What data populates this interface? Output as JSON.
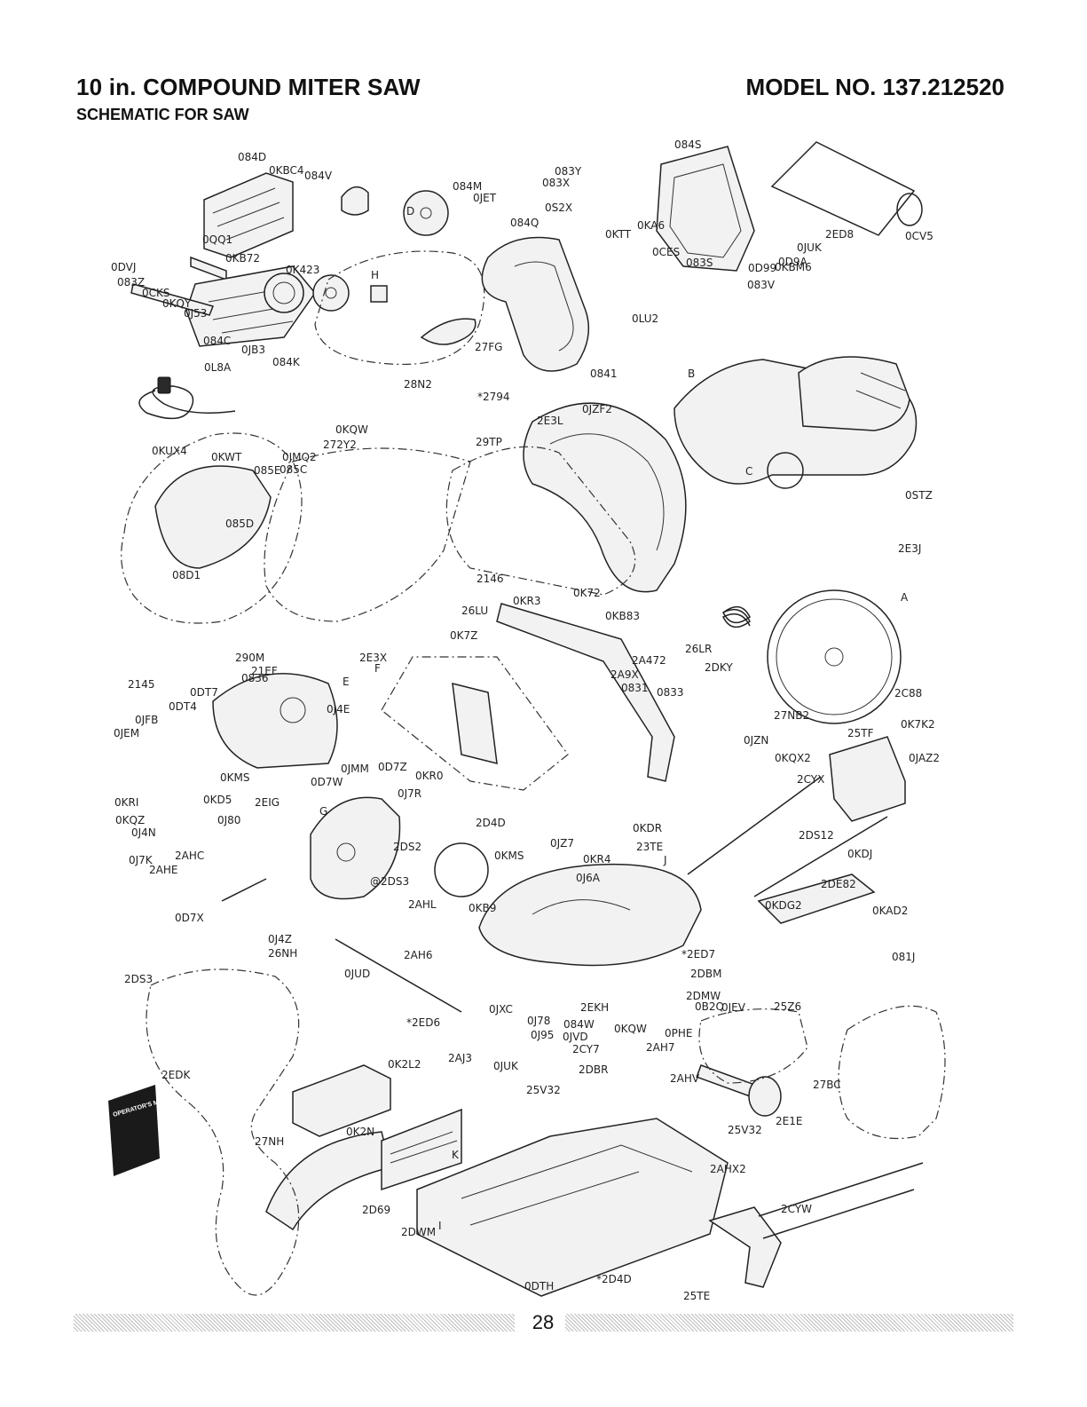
{
  "header": {
    "title": "10 in. COMPOUND MITER SAW",
    "model": "MODEL NO. 137.212520",
    "subtitle": "SCHEMATIC FOR SAW"
  },
  "manual_cover_text": "OPERATOR'S MANUAL",
  "page_number": "28",
  "part_labels": [
    "084D",
    "0KBC4",
    "084V",
    "0QQ1",
    "0KB72",
    "0K423",
    "0DVJ",
    "083Z",
    "0CKS",
    "0KQY",
    "0J53",
    "084C",
    "0JB3",
    "084K",
    "0L8A",
    "D",
    "084M",
    "0JET",
    "083Y",
    "083X",
    "0S2X",
    "084Q",
    "0KTT",
    "0KA6",
    "0CES",
    "083S",
    "084S",
    "0KBM6",
    "083V",
    "0CV5",
    "H",
    "27FG",
    "0LU2",
    "0841",
    "2ED8",
    "0JUK",
    "0D9A",
    "0D99",
    "28N2",
    "*2794",
    "0JZF2",
    "2E3L",
    "29TP",
    "0KQW",
    "272Y2",
    "0JMQ2",
    "085C",
    "085E",
    "0KUX4",
    "0KWT",
    "085D",
    "08D1",
    "2146",
    "0K72",
    "0KB83",
    "26LU",
    "0STZ",
    "2E3J",
    "C",
    "B",
    "A",
    "0KR3",
    "0K7Z",
    "2E3X",
    "2A472",
    "2A9X",
    "0831",
    "26LR",
    "2DKY",
    "290M",
    "21EF",
    "F",
    "E",
    "0J4E",
    "2145",
    "0836",
    "0DT7",
    "0DT4",
    "0JFB",
    "0JEM",
    "0KMS",
    "0833",
    "2C88",
    "27NB2",
    "0JZN",
    "0KQX2",
    "25TF",
    "0K7K2",
    "0JAZ2",
    "2CYX",
    "0JMM",
    "0D7Z",
    "0D7W",
    "0KR0",
    "0J7R",
    "G",
    "0KD5",
    "2EIG",
    "0J80",
    "0KRI",
    "0KQZ",
    "0J4N",
    "0J7K",
    "2AHC",
    "2AHE",
    "2DS2",
    "@2DS3",
    "0D7X",
    "2D4D",
    "0JZ7",
    "0KDR",
    "23TE",
    "0KMS",
    "0KR4",
    "0J6A",
    "2AHL",
    "0KB9",
    "2DS12",
    "0KDJ",
    "2DE82",
    "J",
    "0KDG2",
    "0KAD2",
    "081J",
    "0J4Z",
    "26NH",
    "2AH6",
    "0JUD",
    "*2ED7",
    "2DBM",
    "2DMW",
    "0B2Q",
    "0JEV",
    "25Z6",
    "2EKH",
    "0JXC",
    "0J78",
    "0J95",
    "*2ED6",
    "2AJ3",
    "0JUK",
    "084W",
    "0JVD",
    "0KQW",
    "0PHE",
    "2CY7",
    "2AH7",
    "2DBR",
    "2AHV",
    "25V32",
    "2E1E",
    "27BC",
    "2DS3",
    "2EDK",
    "0K2L2",
    "0K2N",
    "27NH",
    "K",
    "25V32",
    "2D69",
    "2AHX2",
    "2DWM",
    "I",
    "2CYW",
    "0DTH",
    "*2D4D",
    "25TE"
  ],
  "colors": {
    "ink": "#222222",
    "paper": "#ffffff",
    "manual_cover": "#1a1a1a"
  }
}
